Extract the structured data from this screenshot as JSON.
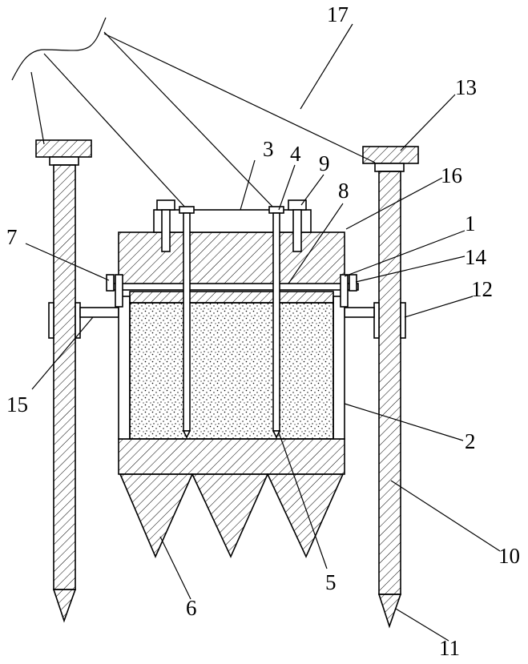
{
  "labels": {
    "l1": "1",
    "l2": "2",
    "l3": "3",
    "l4": "4",
    "l5": "5",
    "l6": "6",
    "l7": "7",
    "l8": "8",
    "l9": "9",
    "l10": "10",
    "l11": "11",
    "l12": "12",
    "l13": "13",
    "l14": "14",
    "l15": "15",
    "l16": "16",
    "l17": "17"
  },
  "colors": {
    "stroke": "#000000",
    "background": "#ffffff"
  }
}
